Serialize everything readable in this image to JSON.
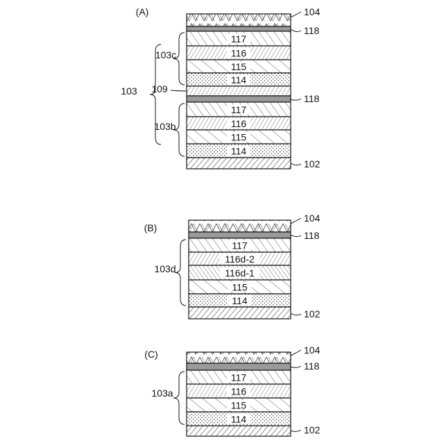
{
  "figure": {
    "A": {
      "panel_label": "(A)",
      "layers": [
        {
          "id": "104",
          "pattern": "zigzag",
          "text": ""
        },
        {
          "id": "118",
          "pattern": "gray",
          "text": ""
        },
        {
          "id": "117",
          "pattern": "hatch-back",
          "text": "117"
        },
        {
          "id": "116",
          "pattern": "hatch-fwd-dense",
          "text": "116"
        },
        {
          "id": "115",
          "pattern": "hatch-back-sparse",
          "text": "115"
        },
        {
          "id": "114",
          "pattern": "dots",
          "text": "114"
        },
        {
          "id": "109",
          "pattern": "hatch-fwd-dense",
          "text": ""
        },
        {
          "id": "118",
          "pattern": "gray",
          "text": ""
        },
        {
          "id": "117",
          "pattern": "hatch-back",
          "text": "117"
        },
        {
          "id": "116",
          "pattern": "hatch-fwd-dense",
          "text": "116"
        },
        {
          "id": "115",
          "pattern": "hatch-back-sparse",
          "text": "115"
        },
        {
          "id": "114",
          "pattern": "dots",
          "text": "114"
        },
        {
          "id": "102",
          "pattern": "hatch-fwd",
          "text": ""
        }
      ],
      "right_labels": [
        "104",
        "118",
        "118",
        "102"
      ],
      "left_labels": {
        "group_upper": "103c",
        "group_lower": "103b",
        "interlayer": "109",
        "outer": "103"
      }
    },
    "B": {
      "panel_label": "(B)",
      "layers": [
        {
          "id": "104",
          "pattern": "zigzag",
          "text": ""
        },
        {
          "id": "118",
          "pattern": "gray",
          "text": ""
        },
        {
          "id": "117",
          "pattern": "hatch-back",
          "text": "117"
        },
        {
          "id": "116d-2",
          "pattern": "hatch-fwd-dense",
          "text": "116d-2"
        },
        {
          "id": "116d-1",
          "pattern": "hatch-back-dense",
          "text": "116d-1"
        },
        {
          "id": "115",
          "pattern": "hatch-back-sparse",
          "text": "115"
        },
        {
          "id": "114",
          "pattern": "dots",
          "text": "114"
        },
        {
          "id": "102",
          "pattern": "hatch-fwd",
          "text": ""
        }
      ],
      "right_labels": [
        "104",
        "118",
        "102"
      ],
      "left_labels": {
        "group": "103d"
      }
    },
    "C": {
      "panel_label": "(C)",
      "layers": [
        {
          "id": "104",
          "pattern": "zigzag",
          "text": ""
        },
        {
          "id": "118",
          "pattern": "gray",
          "text": ""
        },
        {
          "id": "117",
          "pattern": "hatch-back",
          "text": "117"
        },
        {
          "id": "116",
          "pattern": "hatch-fwd-dense",
          "text": "116"
        },
        {
          "id": "115",
          "pattern": "hatch-back-sparse",
          "text": "115"
        },
        {
          "id": "114",
          "pattern": "dots",
          "text": "114"
        },
        {
          "id": "102",
          "pattern": "hatch-fwd",
          "text": ""
        }
      ],
      "right_labels": [
        "104",
        "118",
        "102"
      ],
      "left_labels": {
        "group": "103a"
      }
    }
  },
  "colors": {
    "line": "#111111",
    "gray_layer": "#9a9a9a",
    "background": "#ffffff"
  }
}
